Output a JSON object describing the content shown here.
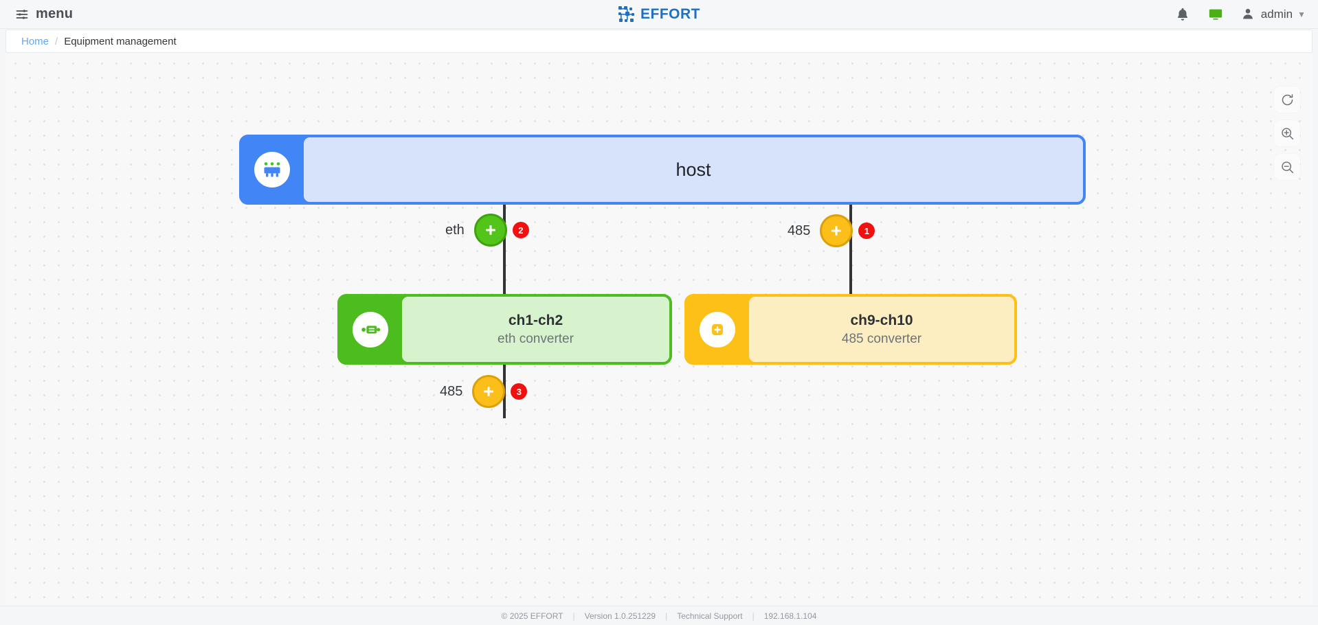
{
  "header": {
    "menu_label": "menu",
    "menu_icon": "sliders-icon",
    "brand_text": "EFFORT",
    "brand_icon": "circuit-logo-icon",
    "notifications_icon": "bell-icon",
    "monitor_icon": "monitor-icon",
    "user_icon": "user-icon",
    "user_name": "admin",
    "caret": "▼"
  },
  "breadcrumb": {
    "home": "Home",
    "separator": "/",
    "current": "Equipment management"
  },
  "tools": [
    {
      "name": "refresh-button",
      "icon": "refresh-icon"
    },
    {
      "name": "zoom-in-button",
      "icon": "zoom-in-icon"
    },
    {
      "name": "zoom-out-button",
      "icon": "zoom-out-icon"
    }
  ],
  "topology": {
    "nodes": [
      {
        "id": "host",
        "title": "host",
        "subtitle": "",
        "icon": "chip-server-icon",
        "accent": "#4285f4",
        "fill": "#d7e3fb"
      },
      {
        "id": "eth-converter",
        "title": "ch1-ch2",
        "subtitle": "eth converter",
        "icon": "converter-device-icon",
        "accent": "#4dbc1e",
        "fill": "#d6f3cd"
      },
      {
        "id": "485-converter",
        "title": "ch9-ch10",
        "subtitle": "485 converter",
        "icon": "module-plus-icon",
        "accent": "#fcc017",
        "fill": "#fdeec2"
      }
    ],
    "connectors": [
      {
        "id": "eth-port",
        "label": "eth",
        "badge": "2",
        "color": "green",
        "icon": "plus-icon"
      },
      {
        "id": "485-port-a",
        "label": "485",
        "badge": "1",
        "color": "amber",
        "icon": "plus-icon"
      },
      {
        "id": "485-port-b",
        "label": "485",
        "badge": "3",
        "color": "amber",
        "icon": "plus-icon"
      }
    ]
  },
  "footer": {
    "copyright": "© 2025 EFFORT",
    "version": "Version 1.0.251229",
    "support": "Technical Support",
    "ip": "192.168.1.104",
    "sep": "|"
  }
}
